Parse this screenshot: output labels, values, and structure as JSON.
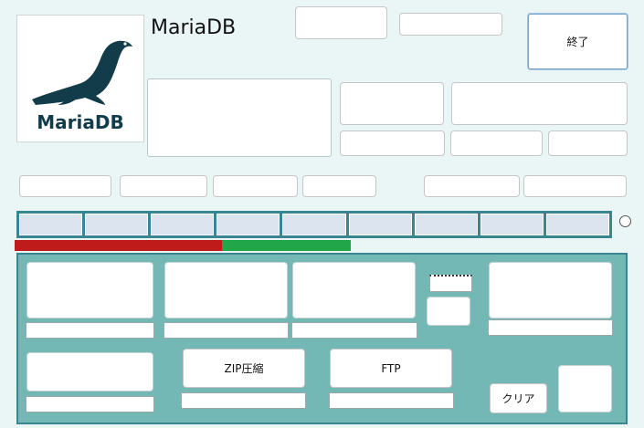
{
  "app": {
    "title": "MariaDB",
    "logo_text": "MariaDB"
  },
  "toolbar": {
    "exit_label": "終了"
  },
  "main": {
    "zip_label": "ZIP圧縮",
    "ftp_label": "FTP",
    "clear_label": "クリア"
  },
  "progress": {
    "red_fraction": 0.35,
    "green_fraction": 0.22
  },
  "colors": {
    "background": "#eaf5f6",
    "panel": "#74b8b5",
    "panel_border": "#3a8592",
    "progress_red": "#bf1b1b",
    "progress_green": "#22a64a",
    "logo_seal": "#133c4a"
  }
}
